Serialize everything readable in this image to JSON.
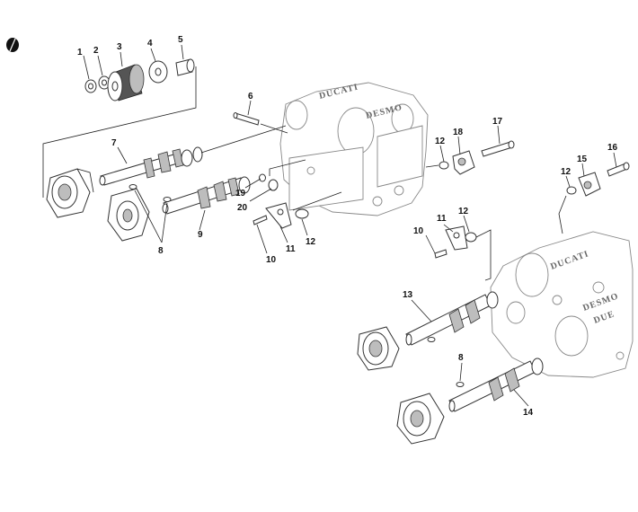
{
  "diagram": {
    "type": "exploded-parts-diagram",
    "emblem_texts": [
      "DUCATI",
      "DESMO",
      "DUCATI",
      "DESMO",
      "DUE"
    ],
    "callouts": [
      "1",
      "2",
      "3",
      "4",
      "5",
      "6",
      "7",
      "8",
      "9",
      "19",
      "20",
      "10",
      "11",
      "12",
      "12",
      "18",
      "17",
      "10",
      "11",
      "12",
      "13",
      "8",
      "14",
      "12",
      "15",
      "16"
    ],
    "colors": {
      "line": "#222222",
      "shade": "#bdbdbd",
      "paper": "#ffffff"
    }
  }
}
